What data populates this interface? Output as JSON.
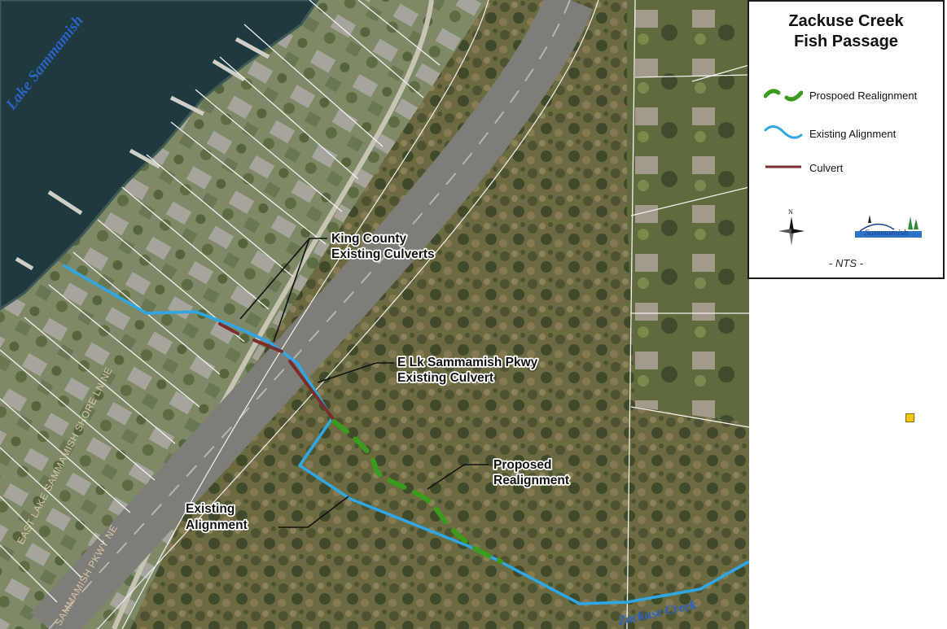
{
  "legend": {
    "title_line1": "Zackuse Creek",
    "title_line2": "Fish Passage",
    "items": [
      {
        "label": "Prospoed Realignment",
        "symbol": "proposed-realignment",
        "color": "#3a9c1c"
      },
      {
        "label": "Existing Alignment",
        "symbol": "existing-alignment",
        "color": "#2fa6e6"
      },
      {
        "label": "Culvert",
        "symbol": "culvert",
        "color": "#7b2c2c"
      }
    ],
    "north_label": "N",
    "logo_text": "Sammamish",
    "scale_note": "- NTS -"
  },
  "map": {
    "lake_label": "Lake Sammamish",
    "creek_label": "Zackuse Creek",
    "road_labels": {
      "shore_lane": "EAST LAKE SAMMAMISH SHORE LN NE",
      "parkway": "SAMMAMISH PKWY NE"
    },
    "callouts": {
      "king_county": {
        "line1": "King County",
        "line2": "Existing Culverts"
      },
      "parkway_culvert": {
        "line1": "E Lk Sammamish Pkwy",
        "line2": "Existing Culvert"
      },
      "proposed": {
        "line1": "Proposed",
        "line2": "Realignment"
      },
      "existing": {
        "line1": "Existing",
        "line2": "Alignment"
      }
    },
    "colors": {
      "lake": "#1f3a3f",
      "forest": "#6f6e42",
      "residential": "#8f9a78",
      "road": "#8c8c86",
      "existing_alignment": "#2fa6e6",
      "proposed_realignment": "#3a9c1c",
      "culvert": "#7b2c2c",
      "parcel_lines": "#f2f2f2"
    }
  }
}
